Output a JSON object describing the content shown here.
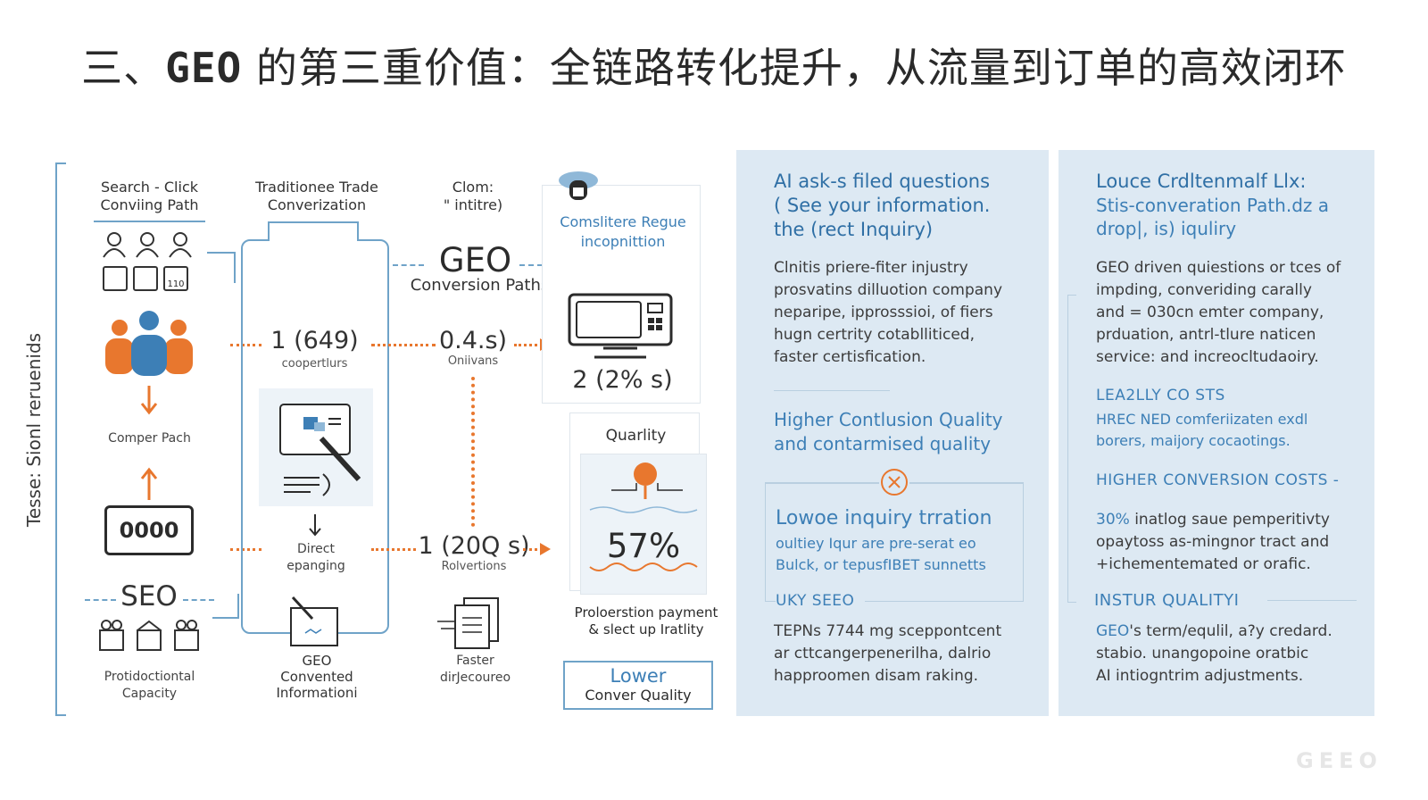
{
  "title": {
    "prefix": "三、",
    "geo": "GEO",
    "rest": " 的第三重价值：全链路转化提升，从流量到订单的高效闭环"
  },
  "vertical_label": "Tesse: Sionl reruenids",
  "col1": {
    "header": "Search - Click\nConviing Path",
    "comper": "Comper Pach",
    "counter": "0000",
    "seo": "SEO",
    "caption": "Protidoctiontal\nCapacity"
  },
  "col2": {
    "header": "Traditionee Trade\nConverization",
    "num": "1 (649)",
    "num_sub": "coopertlurs",
    "direct": "Direct\nepanging",
    "caption": "GEO\nConvented\nInformationi"
  },
  "col3": {
    "header": "Clom:\n\" intitre)",
    "geo": "GEO",
    "geo_sub": "Conversion Paths",
    "num1": "0.4.s)",
    "num1_sub": "Oniivans",
    "num2": "1 (20Q s)",
    "num2_sub": "Rolvertions",
    "caption": "Faster\ndirJecoureo"
  },
  "col4": {
    "card1_title": "Comslitere Regue\nincopnittion",
    "card1_num": "2 (2% s)",
    "quality_label": "Quarlity",
    "quality_value": "57%",
    "caption": "Proloerstion payment\n& slect up Iratlity",
    "lower_title": "Lower",
    "lower_sub": "Conver Quality",
    "icon_counter": "110"
  },
  "panel1": {
    "title": "AI ask-s filed questions\n( See your information.\nthe (rect Inquiry)",
    "body": "Clnitis priere-fiter injustry\nprosvatins dilluotion company\nneparipe, ipprosssioi, of fiers\nhugn certrity cotablliticed,\nfaster certisfication.",
    "sub_title": "Higher Contlusion Quality\nand contarmised quality",
    "box_title": "Lowoe inquiry trration",
    "box_body": "oultiey Iqur are pre-serat eo\nBulck, or tepusfIBET sunnetts",
    "tag": "UKY SEEO",
    "footer": "TEPNs 7744 mg sceppontcent\nar cttcangerpenerilha, dalrio\nhapproomen disam raking."
  },
  "panel2": {
    "title": "Louce Crdltenmalf Llx:",
    "subtitle": "Stis-converation Path.dz  a\ndrop|, is) iquliry",
    "body": "GEO driven quiestions or tces of\nimpding, converiding carally\nand = 030cn emter company,\nprduation, antrl-tlure naticen\nservice: and increocltudaoiry.",
    "h1": "LEA2LLY CO STS",
    "s1": "HREC NED comferiizaten exdl\nborers, maijory cocaotings.",
    "h2": "HIGHER CONVERSION COSTS -",
    "s2_pct": "30%",
    "s2": " inatlog saue pemperitivty\nopaytoss as-mingnor tract and\n+ichementemated or orafic.",
    "h3": "INSTUR QUALITYI",
    "f_geo": "GEO",
    "footer": "'s term/equlil, a?y credard.\nstabio. unangopoine oratbic\nAI intiogntrim adjustments."
  },
  "watermark": "GEEO",
  "colors": {
    "accent_blue": "#3d7fb6",
    "accent_orange": "#e8772e",
    "panel_bg": "#dde9f3",
    "line_blue": "#6fa3c8"
  }
}
